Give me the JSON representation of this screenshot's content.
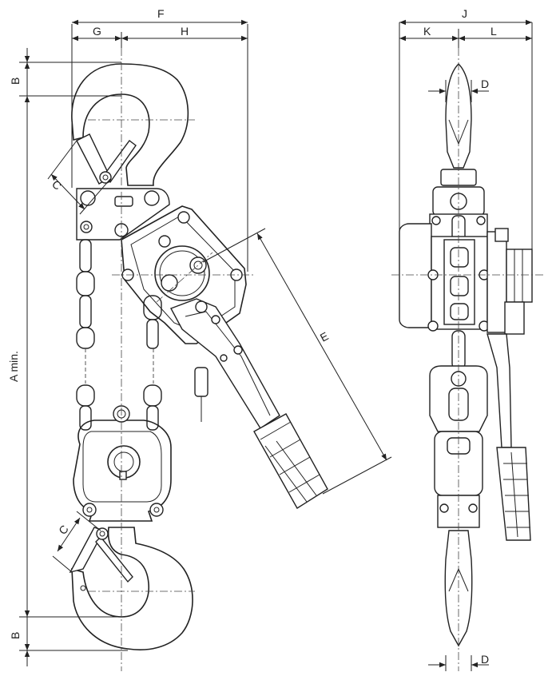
{
  "diagram": {
    "dimension_labels": {
      "A": "A min.",
      "B_top": "B",
      "B_bottom": "B",
      "C_top": "C",
      "C_bottom": "C",
      "D_top": "D",
      "D_bottom": "D",
      "E": "E",
      "F": "F",
      "G": "G",
      "H": "H",
      "J": "J",
      "K": "K",
      "L": "L"
    }
  }
}
